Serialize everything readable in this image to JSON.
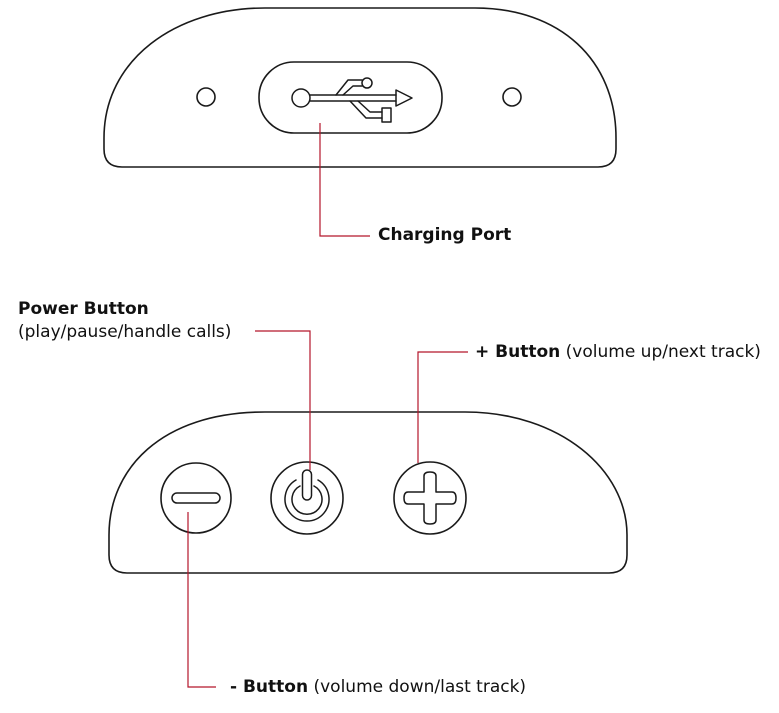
{
  "colors": {
    "outline": "#1a1a1a",
    "leader_line": "#b5162b",
    "background": "#ffffff"
  },
  "icons": {
    "port": "usb-icon",
    "minus": "minus-icon",
    "power": "power-icon",
    "plus": "plus-icon"
  },
  "callouts": {
    "charging_port": {
      "title": "Charging Port"
    },
    "power_button": {
      "title": "Power Button",
      "desc": "(play/pause/handle calls)"
    },
    "plus_button": {
      "title": "+ Button",
      "desc": "(volume up/next track)"
    },
    "minus_button": {
      "title": "- Button",
      "desc": "(volume down/last track)"
    }
  }
}
